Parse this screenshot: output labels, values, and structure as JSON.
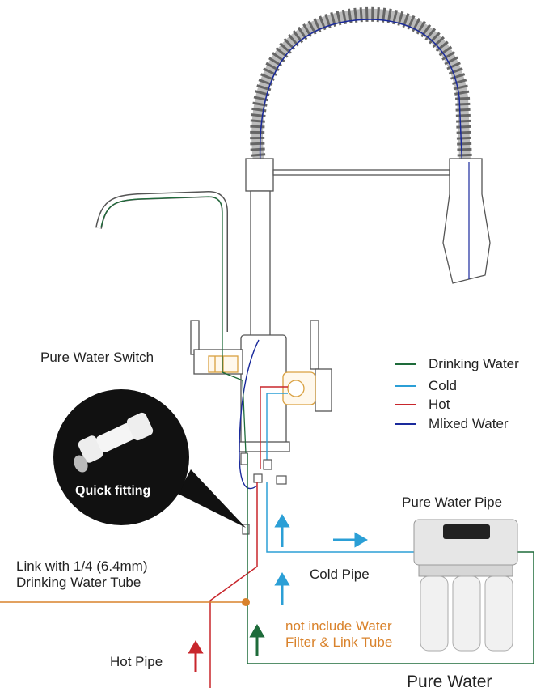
{
  "labels": {
    "pure_water_switch": "Pure Water Switch",
    "quick_fitting": "Quick fitting",
    "link_line1": "Link with 1/4 (6.4mm)",
    "link_line2": "Drinking Water Tube",
    "cold_pipe": "Cold Pipe",
    "hot_pipe": "Hot Pipe",
    "pure_water_pipe": "Pure Water Pipe",
    "pure_water": "Pure Water",
    "note_line1": "not include Water",
    "note_line2": "Filter & Link Tube"
  },
  "legend": [
    {
      "label": "Drinking Water",
      "color": "#1e6b3a"
    },
    {
      "label": "Cold",
      "color": "#2b9fd6"
    },
    {
      "label": "Hot",
      "color": "#c8262c"
    },
    {
      "label": "Mlixed Water",
      "color": "#1a2a9c"
    }
  ],
  "colors": {
    "drinking": "#1e6b3a",
    "cold": "#2b9fd6",
    "hot": "#c8262c",
    "mixed": "#1a2a9c",
    "tube": "#d9822b",
    "faucet_line": "#555555"
  }
}
